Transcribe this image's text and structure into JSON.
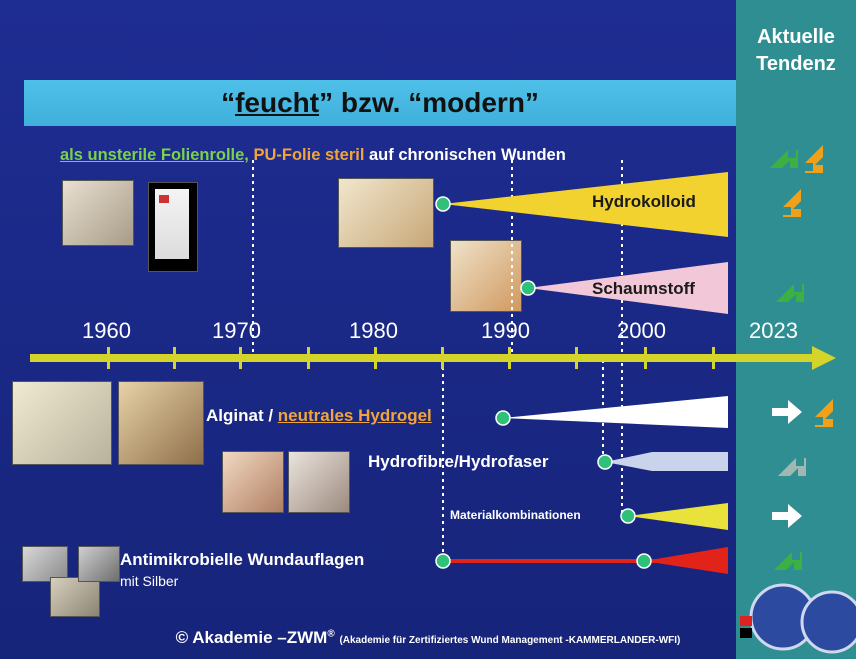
{
  "header": {
    "right_title": "Aktuelle Tendenz",
    "banner_word_underlined": "feucht",
    "banner_rest": "” bzw. “modern”",
    "banner_open_quote": "“"
  },
  "subline": {
    "part1": "als unsterile Folienrolle,",
    "part2": " PU-Folie steril",
    "part3": " auf chronischen Wunden"
  },
  "timeline": {
    "years": [
      "1960",
      "1970",
      "1980",
      "1990",
      "2000",
      "2023"
    ]
  },
  "products": {
    "hydrokolloid": "Hydrokolloid",
    "schaumstoff": "Schaumstoff",
    "alginat_prefix": "Alginat / ",
    "alginat_link": "neutrales Hydrogel",
    "hydrofibre": "Hydrofibre/Hydrofaser",
    "material": "Materialkombinationen",
    "antimikro": "Antimikrobielle Wundauflagen",
    "silber": "mit Silber"
  },
  "footer": {
    "brand": "© Akademie –ZWM",
    "reg": "®",
    "detail": "(Akademie für Zertifiziertes Wund Management -KAMMERLANDER-WFI)"
  },
  "colors": {
    "background": "#1b2a86",
    "banner": "#4fc0e8",
    "tendency_column": "#2e8e92",
    "timeline_axis": "#d4d42a",
    "hydrokolloid_wedge": "#f2d22e",
    "schaumstoff_wedge": "#f2c8d8",
    "alginat_wedge": "#ffffff",
    "hydrofibre_wedge": "#c9d4ec",
    "material_wedge": "#e8e23a",
    "antimikro_wedge": "#e2231a",
    "marker_dot": "#2fc07a"
  },
  "trend_icons": [
    "green-orange-arrows",
    "orange-arrow-down-right",
    "green-arrow-up-right",
    "white-arrow-right-and-orange-down-right",
    "grey-arrow-up-right",
    "white-arrow-right",
    "green-arrow-up-right"
  ]
}
